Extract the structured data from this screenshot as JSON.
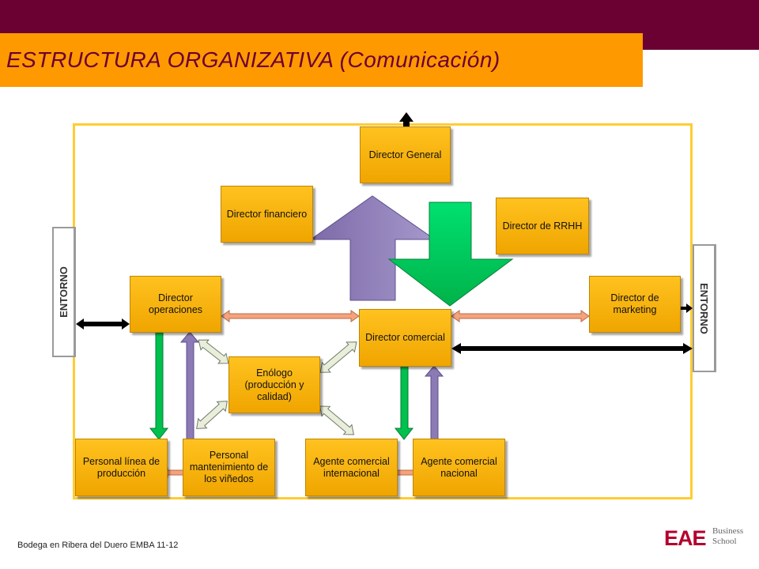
{
  "slide": {
    "title": "ESTRUCTURA ORGANIZATIVA (Comunicación)",
    "footer": "Bodega en Ribera del Duero EMBA 11-12",
    "logo": {
      "primary": "EAE",
      "line1": "Business",
      "line2": "School"
    }
  },
  "diagram": {
    "boxes": {
      "director_general": "Director General",
      "director_financiero": "Director financiero",
      "director_rrhh": "Director de RRHH",
      "director_operaciones": "Director operaciones",
      "director_comercial": "Director comercial",
      "director_marketing": "Director de marketing",
      "enologo": "Enólogo (producción y calidad)",
      "personal_linea": "Personal línea de producción",
      "personal_mantenimiento": "Personal mantenimiento de los viñedos",
      "agente_internacional": "Agente comercial internacional",
      "agente_nacional": "Agente comercial nacional"
    },
    "entorno_left": "ENTORNO",
    "entorno_right": "ENTORNO"
  },
  "colors": {
    "header": "#6b0033",
    "title_bar": "#ff9900",
    "box": "#ffc21f",
    "frame": "#ffcc33",
    "up_arrow": "#8c7ab5",
    "down_arrow": "#00cc55",
    "lateral_arrow": "#f4a37c",
    "diagonal_arrow": "#e9eedb",
    "entorno_arrow": "#000000"
  }
}
